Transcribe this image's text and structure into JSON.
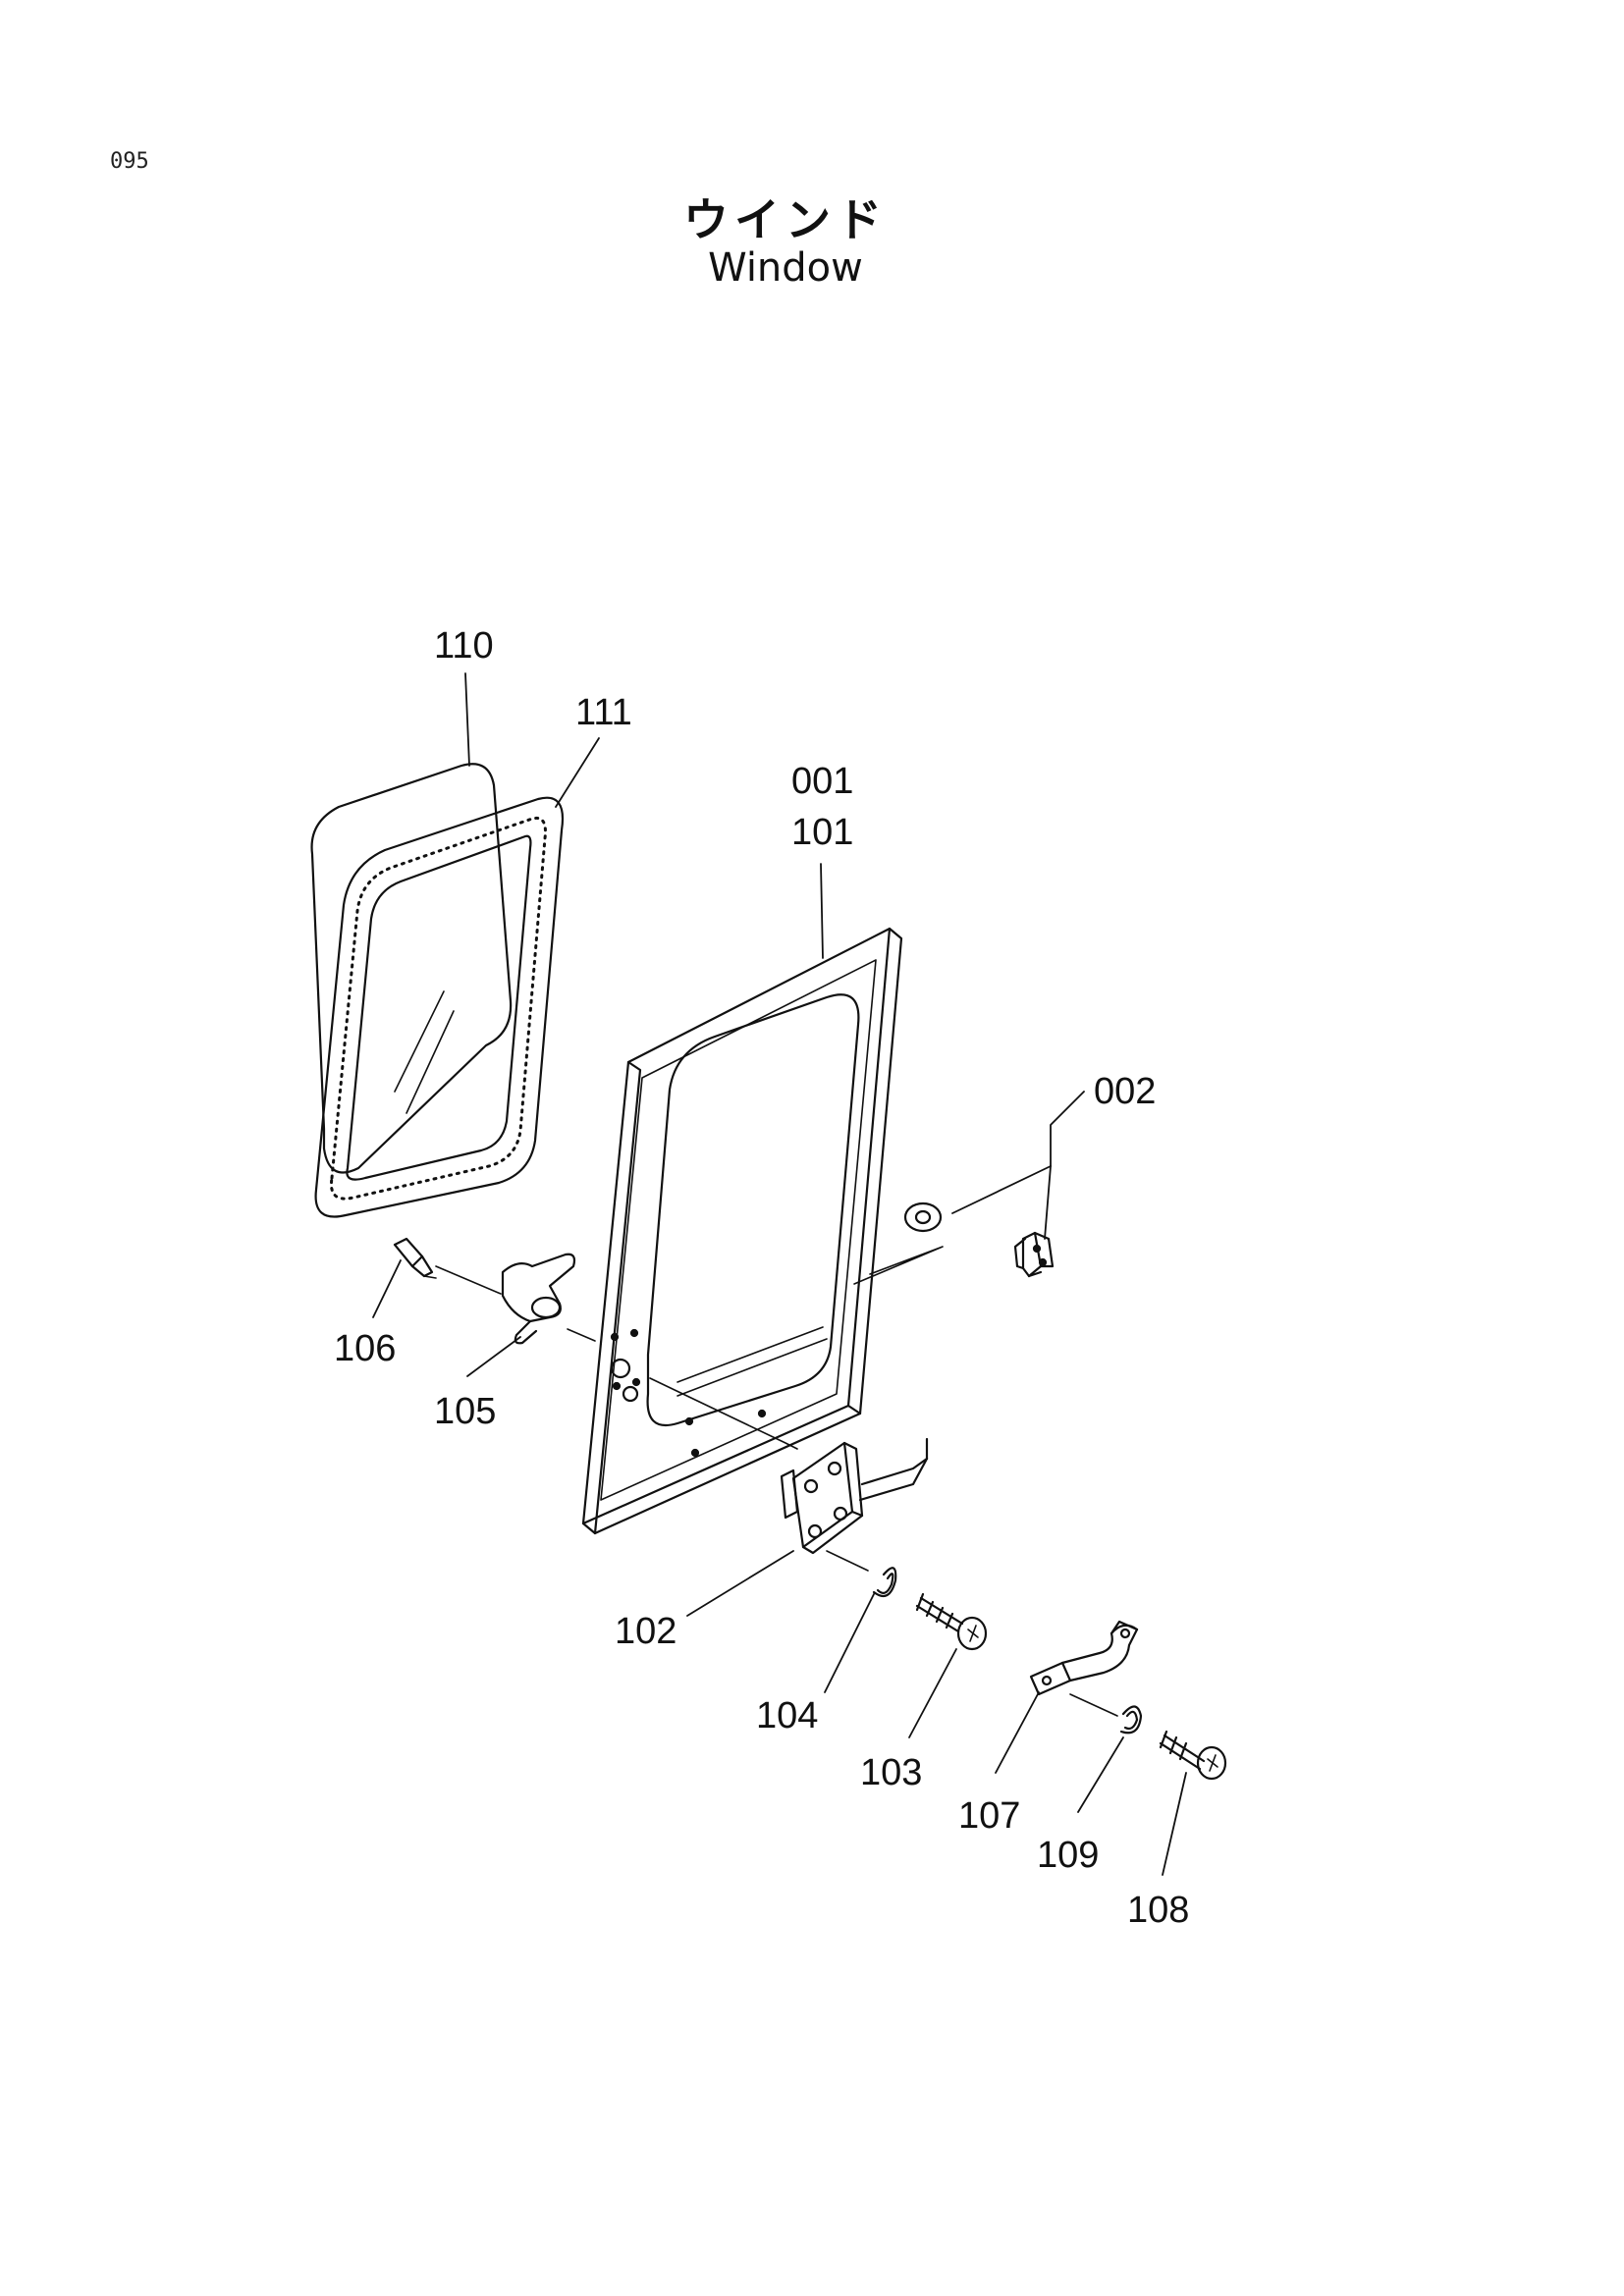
{
  "page_number": "095",
  "title_jp": "ウインド",
  "title_en": "Window",
  "callouts": {
    "c110": "110",
    "c111": "111",
    "c001": "001",
    "c101": "101",
    "c002": "002",
    "c106": "106",
    "c105": "105",
    "c102": "102",
    "c104": "104",
    "c103": "103",
    "c107": "107",
    "c109": "109",
    "c108": "108"
  }
}
